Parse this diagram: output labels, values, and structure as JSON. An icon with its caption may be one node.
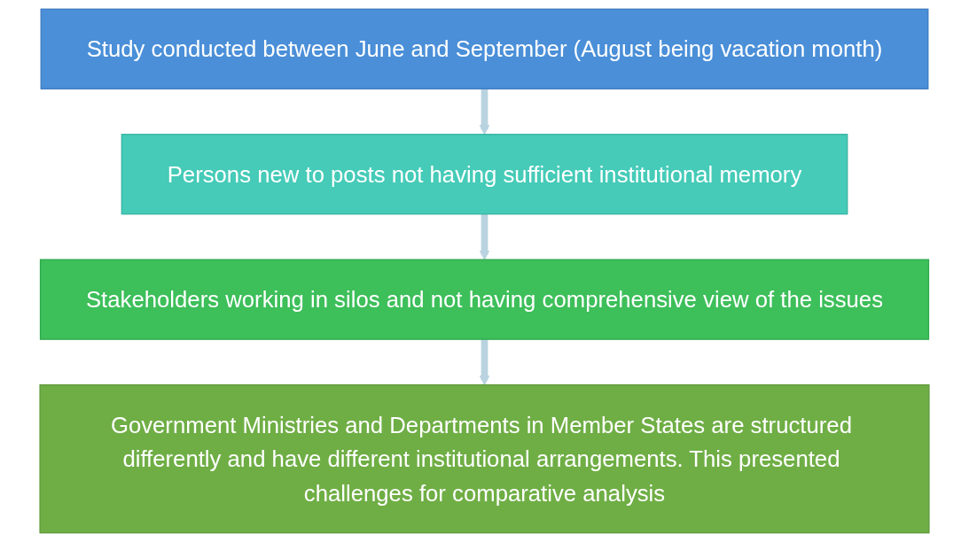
{
  "diagram": {
    "nodes": [
      {
        "text": [
          "Study conducted between June and September (August being vacation month)"
        ]
      },
      {
        "text": [
          "Persons new to posts not having sufficient institutional memory"
        ]
      },
      {
        "text": [
          "Stakeholders working in silos and not having comprehensive view of the issues"
        ]
      },
      {
        "text": [
          "Government Ministries and Departments in Member States are structured differently and have different institutional arrangements. This presented challenges for comparative analysis"
        ]
      }
    ],
    "edges": [
      {
        "from": 0,
        "to": 1,
        "arrow": "to"
      },
      {
        "from": 1,
        "to": 2,
        "arrow": "to"
      },
      {
        "from": 2,
        "to": 3,
        "arrow": "to"
      }
    ]
  }
}
